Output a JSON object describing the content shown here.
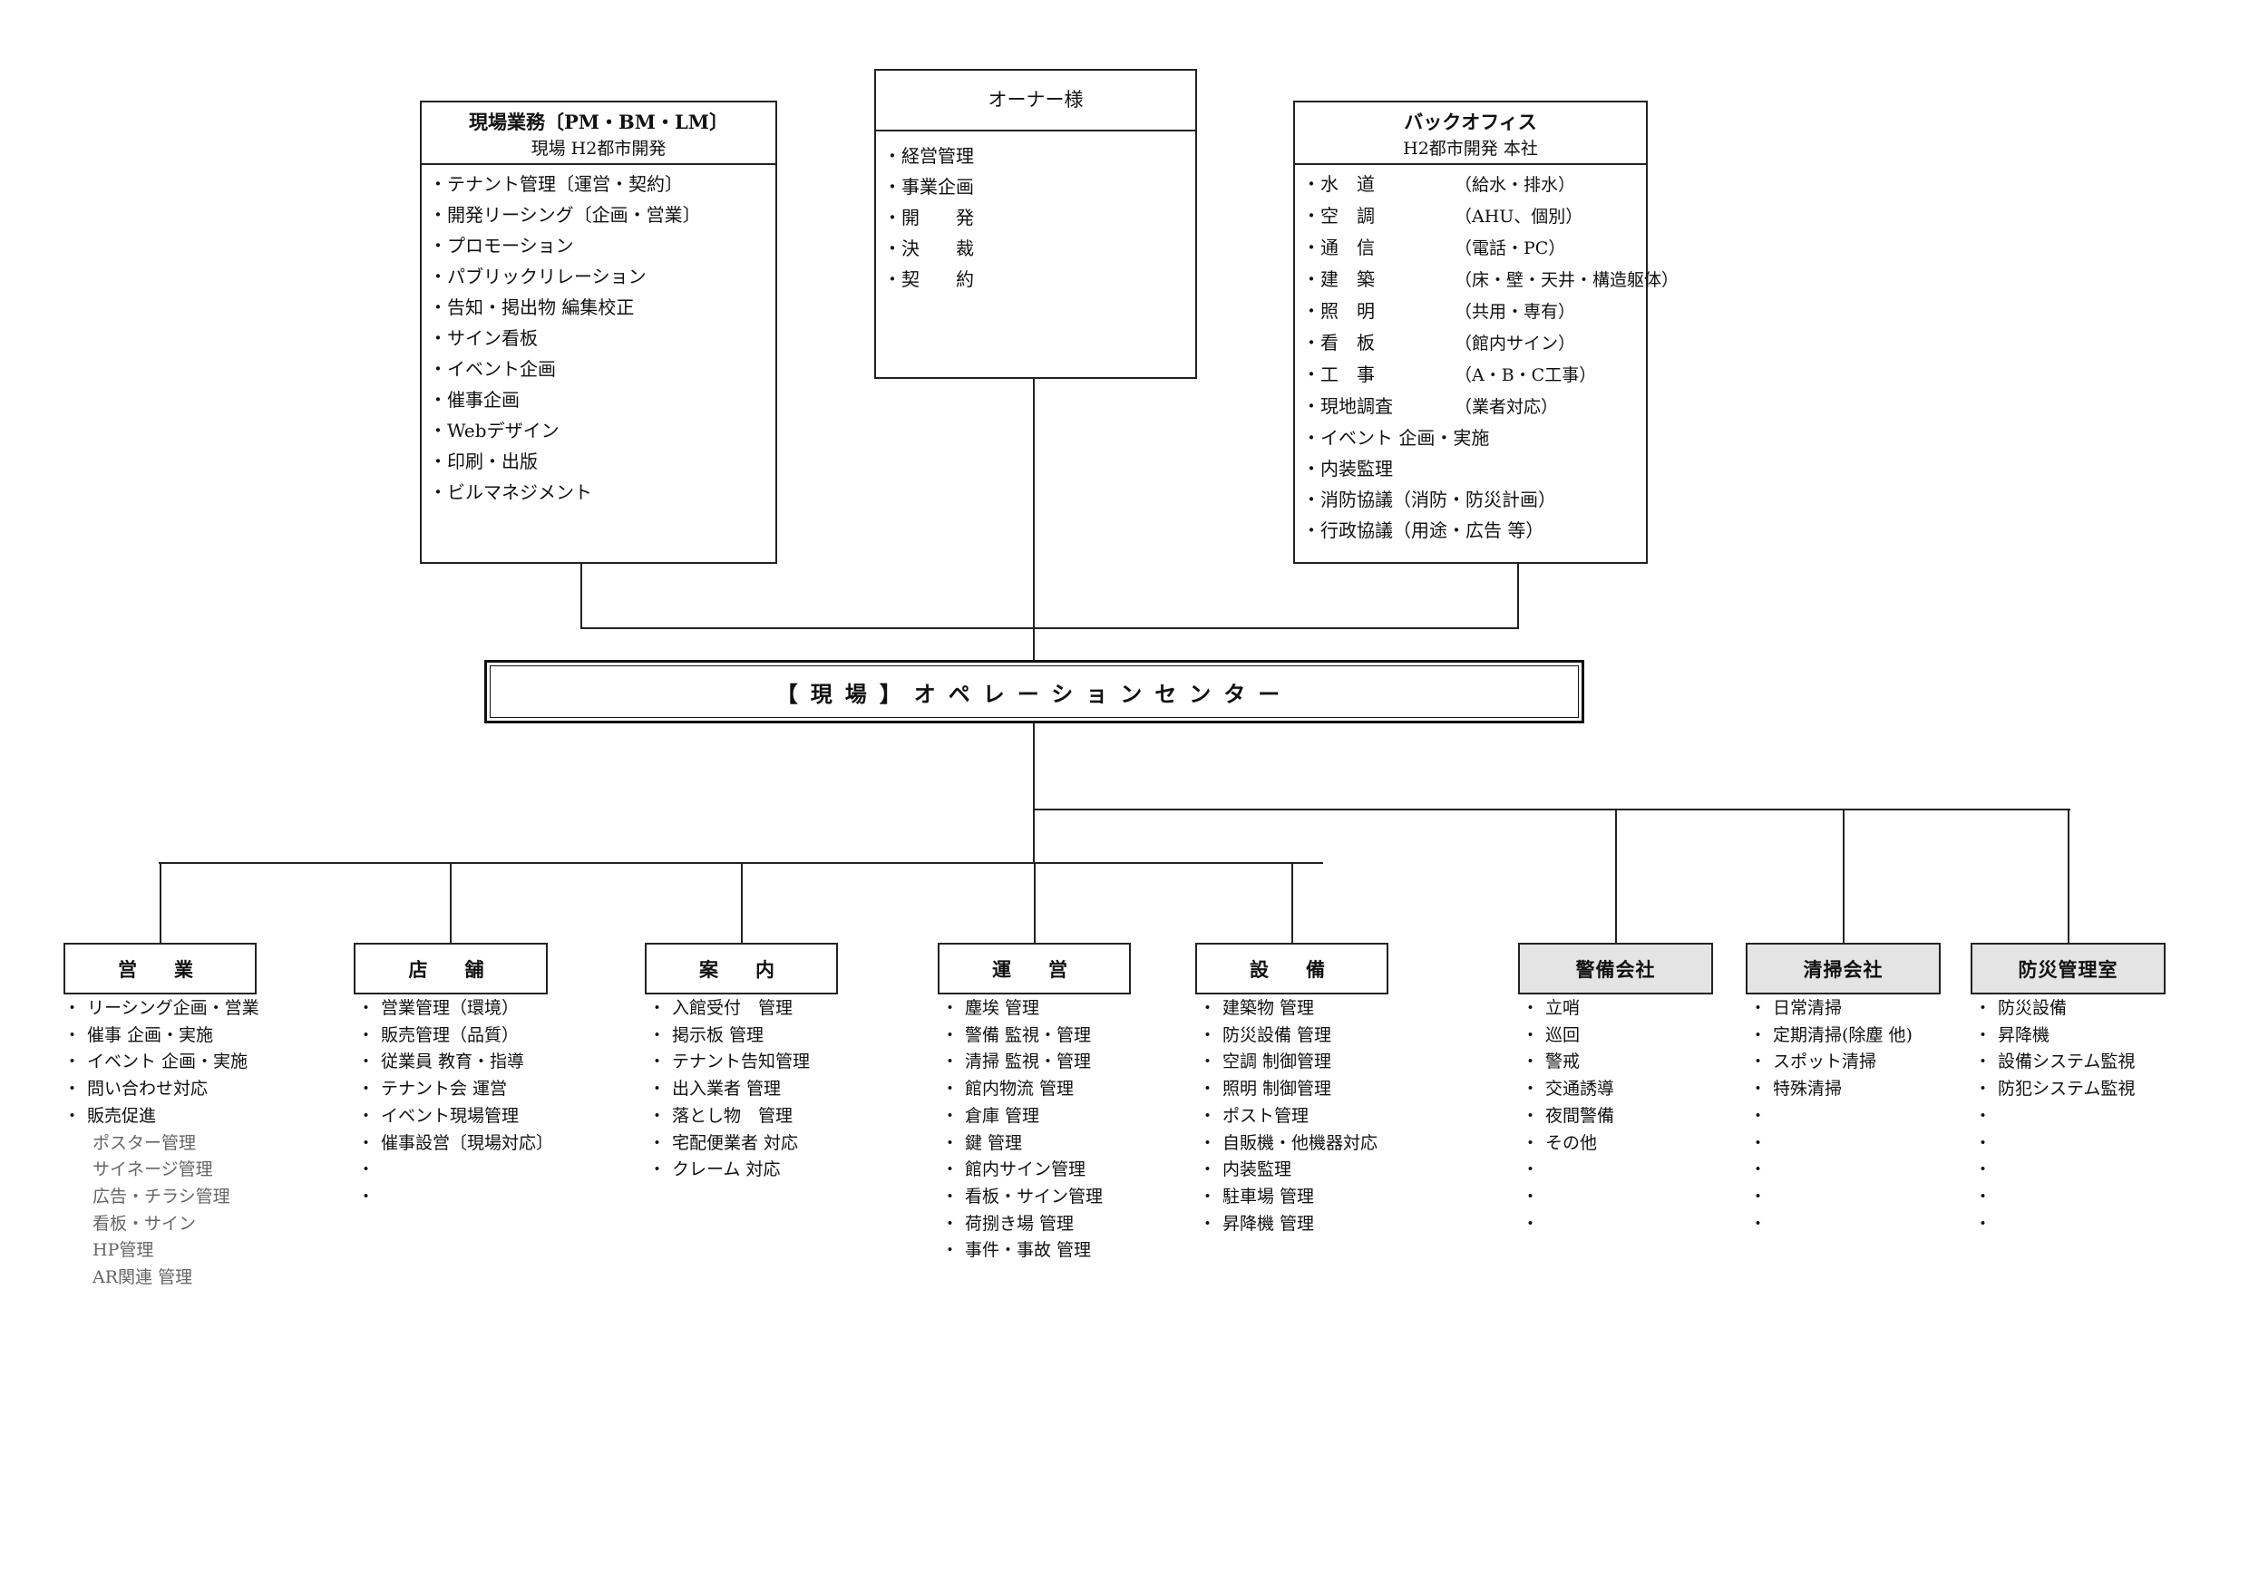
{
  "top_boxes": {
    "field": {
      "title": "現場業務〔PM・BM・LM〕",
      "subtitle": "現場 H2都市開発",
      "items": [
        "テナント管理〔運営・契約〕",
        "開発リーシング〔企画・営業〕",
        "プロモーション",
        "パブリックリレーション",
        "告知・掲出物 編集校正",
        "サイン看板",
        "イベント企画",
        "催事企画",
        "Webデザイン",
        "印刷・出版",
        "ビルマネジメント"
      ]
    },
    "owner": {
      "title": "オーナー様",
      "items": [
        "経営管理",
        "事業企画",
        "開　　発",
        "決　　裁",
        "契　　約"
      ]
    },
    "back_office": {
      "title": "バックオフィス",
      "subtitle": "H2都市開発 本社",
      "items": [
        {
          "label": "水　道",
          "detail": "（給水・排水）"
        },
        {
          "label": "空　調",
          "detail": "（AHU、個別）"
        },
        {
          "label": "通　信",
          "detail": "（電話・PC）"
        },
        {
          "label": "建　築",
          "detail": "（床・壁・天井・構造躯体）"
        },
        {
          "label": "照　明",
          "detail": "（共用・専有）"
        },
        {
          "label": "看　板",
          "detail": "（館内サイン）"
        },
        {
          "label": "工　事",
          "detail": "（A・B・C工事）"
        },
        {
          "label": "現地調査",
          "detail": "（業者対応）"
        },
        {
          "label": "イベント 企画・実施",
          "detail": ""
        },
        {
          "label": "内装監理",
          "detail": ""
        },
        {
          "label": "消防協議（消防・防災計画）",
          "detail": ""
        },
        {
          "label": "行政協議（用途・広告 等）",
          "detail": ""
        }
      ]
    }
  },
  "center": {
    "title": "【現場】オペレーションセンター"
  },
  "departments": [
    {
      "name": "営　業",
      "external": false,
      "items": [
        {
          "text": "リーシング企画・営業"
        },
        {
          "text": "催事 企画・実施"
        },
        {
          "text": "イベント 企画・実施"
        },
        {
          "text": "問い合わせ対応"
        },
        {
          "text": "販売促進"
        },
        {
          "text": "ポスター管理",
          "sub": true
        },
        {
          "text": "サイネージ管理",
          "sub": true
        },
        {
          "text": "広告・チラシ管理",
          "sub": true
        },
        {
          "text": "看板・サイン",
          "sub": true
        },
        {
          "text": "HP管理",
          "sub": true
        },
        {
          "text": "AR関連 管理",
          "sub": true
        }
      ]
    },
    {
      "name": "店　舗",
      "external": false,
      "items": [
        {
          "text": "営業管理（環境）"
        },
        {
          "text": "販売管理（品質）"
        },
        {
          "text": "従業員 教育・指導"
        },
        {
          "text": "テナント会 運営"
        },
        {
          "text": "イベント現場管理"
        },
        {
          "text": "催事設営〔現場対応〕"
        },
        {
          "text": ""
        },
        {
          "text": ""
        }
      ]
    },
    {
      "name": "案　内",
      "external": false,
      "items": [
        {
          "text": "入館受付　管理"
        },
        {
          "text": "掲示板 管理"
        },
        {
          "text": "テナント告知管理"
        },
        {
          "text": "出入業者 管理"
        },
        {
          "text": "落とし物　管理"
        },
        {
          "text": "宅配便業者 対応"
        },
        {
          "text": "クレーム 対応"
        }
      ]
    },
    {
      "name": "運　営",
      "external": false,
      "items": [
        {
          "text": "塵埃 管理"
        },
        {
          "text": "警備 監視・管理"
        },
        {
          "text": "清掃 監視・管理"
        },
        {
          "text": "館内物流 管理"
        },
        {
          "text": "倉庫 管理"
        },
        {
          "text": "鍵 管理"
        },
        {
          "text": "館内サイン管理"
        },
        {
          "text": "看板・サイン管理"
        },
        {
          "text": "荷捌き場 管理"
        },
        {
          "text": "事件・事故 管理"
        }
      ]
    },
    {
      "name": "設　備",
      "external": false,
      "items": [
        {
          "text": "建築物 管理"
        },
        {
          "text": "防災設備 管理"
        },
        {
          "text": "空調 制御管理"
        },
        {
          "text": "照明 制御管理"
        },
        {
          "text": "ポスト管理"
        },
        {
          "text": "自販機・他機器対応"
        },
        {
          "text": "内装監理"
        },
        {
          "text": "駐車場 管理"
        },
        {
          "text": "昇降機 管理"
        }
      ]
    },
    {
      "name": "警備会社",
      "external": true,
      "items": [
        {
          "text": "立哨"
        },
        {
          "text": "巡回"
        },
        {
          "text": "警戒"
        },
        {
          "text": "交通誘導"
        },
        {
          "text": "夜間警備"
        },
        {
          "text": "その他"
        },
        {
          "text": ""
        },
        {
          "text": ""
        },
        {
          "text": ""
        }
      ]
    },
    {
      "name": "清掃会社",
      "external": true,
      "items": [
        {
          "text": "日常清掃"
        },
        {
          "text": "定期清掃(除塵 他)"
        },
        {
          "text": "スポット清掃"
        },
        {
          "text": "特殊清掃"
        },
        {
          "text": ""
        },
        {
          "text": ""
        },
        {
          "text": ""
        },
        {
          "text": ""
        },
        {
          "text": ""
        }
      ]
    },
    {
      "name": "防災管理室",
      "external": true,
      "items": [
        {
          "text": "防災設備"
        },
        {
          "text": "昇降機"
        },
        {
          "text": "設備システム監視"
        },
        {
          "text": "防犯システム監視"
        },
        {
          "text": ""
        },
        {
          "text": ""
        },
        {
          "text": ""
        },
        {
          "text": ""
        },
        {
          "text": ""
        }
      ]
    }
  ]
}
